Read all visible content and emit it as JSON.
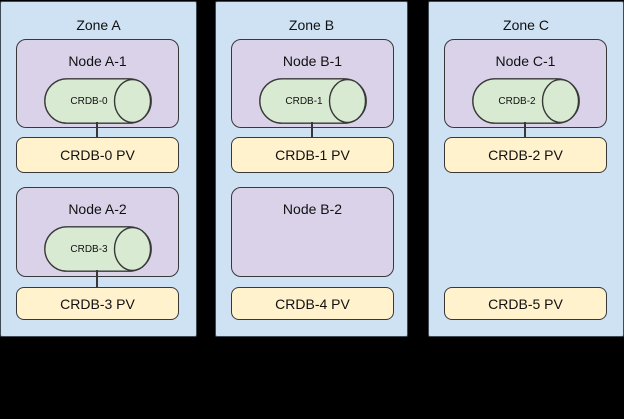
{
  "diagram": {
    "background": "#000000",
    "colors": {
      "background": "#000000",
      "zone-fill": "#cfe2f3",
      "zone-border": "#3f4a55",
      "node-fill": "#d9d2e9",
      "pod-fill": "#d9ead3",
      "pv-fill": "#fff2cc",
      "shape-border": "#383838",
      "text": "#111111"
    }
  },
  "zones": [
    {
      "title": "Zone A",
      "nodes": [
        {
          "title": "Node A-1",
          "pod": "CRDB-0",
          "pv": "CRDB-0 PV",
          "pod_connected_to_pv": true
        },
        {
          "title": "Node A-2",
          "pod": "CRDB-3",
          "pv": "CRDB-3 PV",
          "pod_connected_to_pv": true
        }
      ]
    },
    {
      "title": "Zone B",
      "nodes": [
        {
          "title": "Node B-1",
          "pod": "CRDB-1",
          "pv": "CRDB-1 PV",
          "pod_connected_to_pv": true
        },
        {
          "title": "Node B-2",
          "pv": "CRDB-4 PV",
          "pod_connected_to_pv": false
        }
      ]
    },
    {
      "title": "Zone C",
      "nodes": [
        {
          "title": "Node C-1",
          "pod": "CRDB-2",
          "pv": "CRDB-2 PV",
          "pod_connected_to_pv": true
        },
        {
          "pv": "CRDB-5 PV",
          "pod_connected_to_pv": false
        }
      ]
    }
  ]
}
